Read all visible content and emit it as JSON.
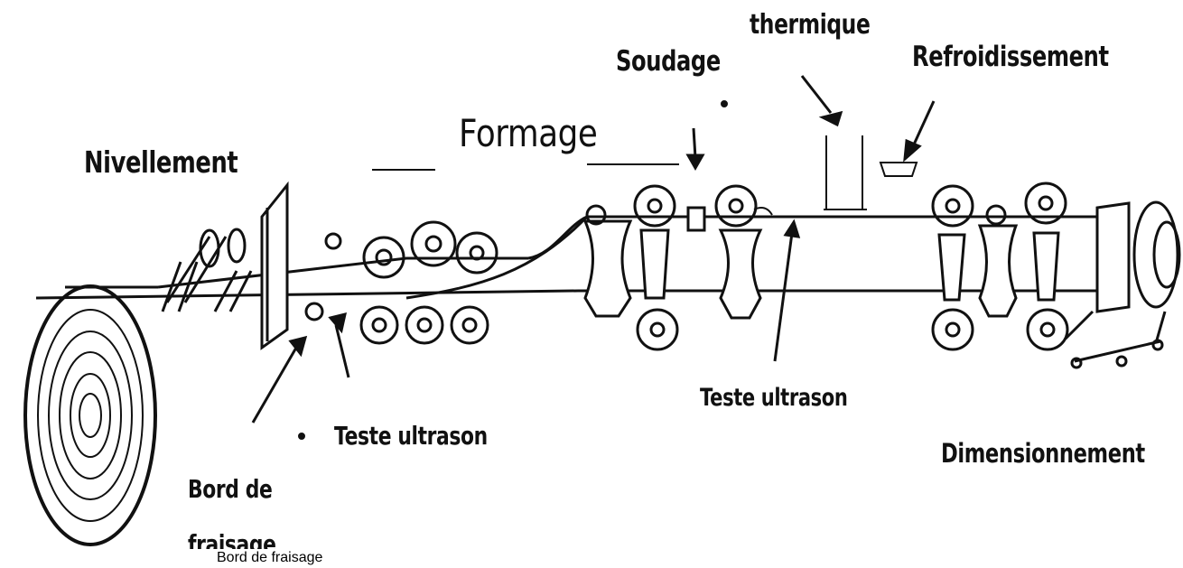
{
  "labels": {
    "nivellement": "Nivellement",
    "formage": "Formage",
    "soudage": "Soudage",
    "thermique": "thermique",
    "refroidissement": "Refroidissement",
    "teste_ultrason_1": "Teste ultrason",
    "teste_ultrason_2": "Teste ultrason",
    "bord_de": "Bord de",
    "fraisage_cut": "fraisage",
    "dimensionnement": "Dimensionnement"
  },
  "caption": "Bord de fraisage",
  "colors": {
    "ink": "#111111",
    "background": "#ffffff"
  }
}
